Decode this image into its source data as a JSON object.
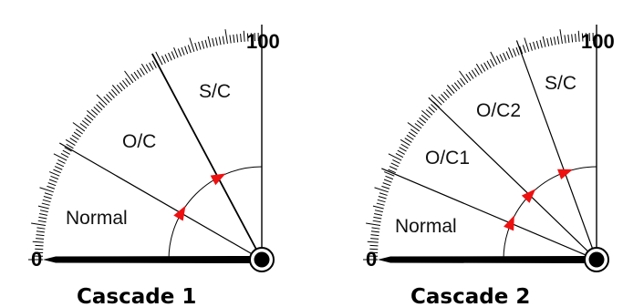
{
  "panels": [
    {
      "title": "Cascade 1",
      "scale_min": "0",
      "scale_max": "100",
      "zones": [
        "Normal",
        "O/C",
        "S/C"
      ],
      "boundary_angles_deg": [
        150,
        118
      ]
    },
    {
      "title": "Cascade 2",
      "scale_min": "0",
      "scale_max": "100",
      "zones": [
        "Normal",
        "O/C1",
        "O/C2",
        "S/C"
      ],
      "boundary_angles_deg": [
        157,
        136,
        110
      ]
    }
  ],
  "colors": {
    "arrow": "#ee1111",
    "line": "#000000"
  }
}
